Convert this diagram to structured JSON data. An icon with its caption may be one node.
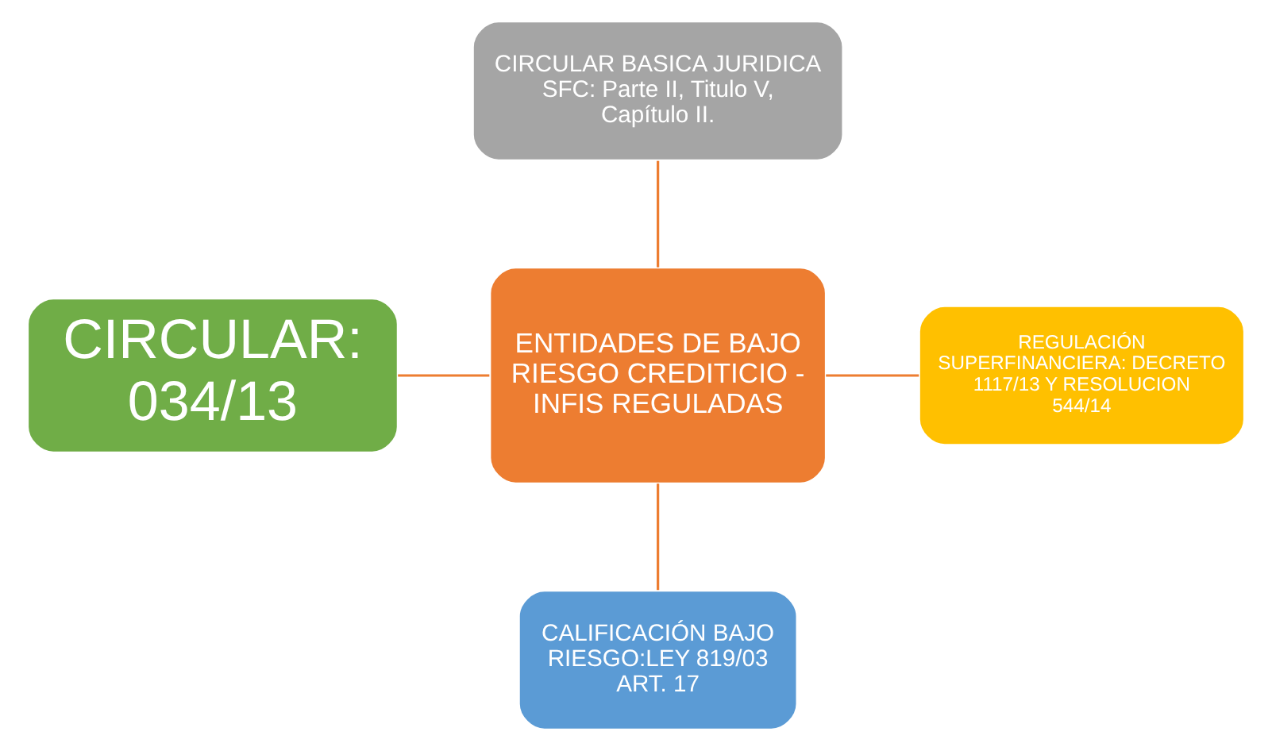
{
  "diagram": {
    "nodes": [
      {
        "text": [
          "CIRCULAR BASICA JURIDICA SFC: Parte II, Titulo V, Capítulo II."
        ]
      },
      {
        "text": [
          "CIRCULAR: 034/13"
        ]
      },
      {
        "text": [
          "ENTIDADES DE BAJO RIESGO CREDITICIO - INFIS REGULADAS"
        ]
      },
      {
        "text": [
          "REGULACIÓN SUPERFINANCIERA: DECRETO 1117/13 Y RESOLUCION 544/14"
        ]
      },
      {
        "text": [
          "CALIFICACIÓN BAJO RIESGO:LEY 819/03 ART. 17"
        ]
      }
    ],
    "edges": [
      {
        "from": 0,
        "to": 2,
        "arrow": "none"
      },
      {
        "from": 1,
        "to": 2,
        "arrow": "none"
      },
      {
        "from": 2,
        "to": 3,
        "arrow": "none"
      },
      {
        "from": 2,
        "to": 4,
        "arrow": "none"
      }
    ]
  }
}
